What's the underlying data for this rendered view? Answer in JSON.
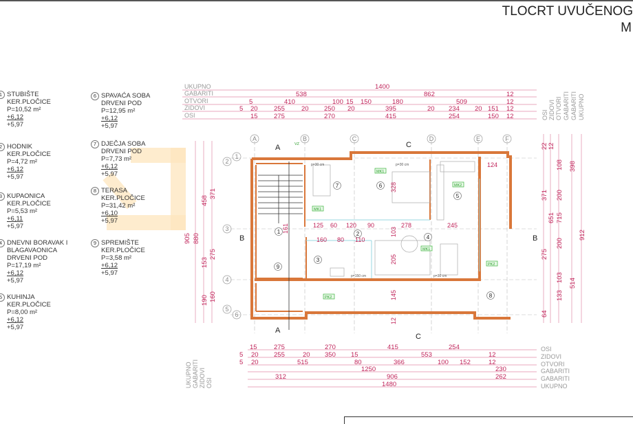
{
  "title": {
    "line1": "TLOCRT UVUČENOG",
    "line2": "M"
  },
  "rooms": [
    {
      "num": "1",
      "name": "STUBIŠTE",
      "floor": "KER.PLOČICE",
      "area": "P=10,52 m²",
      "top": "+6,12",
      "bottom": "+5,97"
    },
    {
      "num": "2",
      "name": "HODNIK",
      "floor": "KER.PLOČICE",
      "area": "P=4,72 m²",
      "top": "+6,12",
      "bottom": "+5,97"
    },
    {
      "num": "3",
      "name": "KUPAONICA",
      "floor": "KER.PLOČICE",
      "area": "P=5,53 m²",
      "top": "+6,11",
      "bottom": "+5,97"
    },
    {
      "num": "4",
      "name": "DNEVNI BORAVAK I",
      "name2": "BLAGAVAONICA",
      "floor": "DRVENI POD",
      "area": "P=17,19 m²",
      "top": "+6,12",
      "bottom": "+5,97"
    },
    {
      "num": "5",
      "name": "KUHINJA",
      "floor": "KER.PLOČICE",
      "area": "P=8,00 m²",
      "top": "+6,12",
      "bottom": "+5,97"
    },
    {
      "num": "6",
      "name": "SPAVAĆA SOBA",
      "floor": "DRVENI POD",
      "area": "P=12,95 m²",
      "top": "+6,12",
      "bottom": "+5,97"
    },
    {
      "num": "7",
      "name": "DJEČJA SOBA",
      "floor": "DRVENI POD",
      "area": "P=7,73 m²",
      "top": "+6,12",
      "bottom": "+5,97"
    },
    {
      "num": "8",
      "name": "TERASA",
      "floor": "KER.PLOČICE",
      "area": "P=31,42 m²",
      "top": "+6,10",
      "bottom": "+5,97"
    },
    {
      "num": "9",
      "name": "SPREMIŠTE",
      "floor": "KER.PLOČICE",
      "area": "P=3,58 m²",
      "top": "+6,12",
      "bottom": "+5,97"
    }
  ],
  "dim_labels": {
    "ukupno": "UKUPNO",
    "gabariti": "GABARITI",
    "otvori": "OTVORI",
    "zidovi": "ZIDOVI",
    "osi": "OSI"
  },
  "top_dims": {
    "ukupno": [
      "1400"
    ],
    "gabariti": [
      "538",
      "862",
      "12"
    ],
    "otvori": [
      "5",
      "410",
      "100",
      "15",
      "150",
      "180",
      "509",
      "12"
    ],
    "zidovi": [
      "5",
      "20",
      "255",
      "20",
      "250",
      "20",
      "395",
      "20",
      "234",
      "20",
      "151",
      "12"
    ],
    "osi": [
      "15",
      "275",
      "270",
      "415",
      "254",
      "150",
      "12"
    ]
  },
  "bottom_dims": {
    "osi": [
      "15",
      "275",
      "270",
      "415",
      "254"
    ],
    "zidovi": [
      "5",
      "20",
      "255",
      "20",
      "350",
      "15",
      "553",
      "12"
    ],
    "otvori": [
      "5",
      "20",
      "515",
      "80",
      "366",
      "100",
      "152",
      "12"
    ],
    "gabariti1": [
      "1250",
      "230"
    ],
    "gabariti2": [
      "312",
      "906",
      "262"
    ],
    "ukupno": [
      "1480"
    ]
  },
  "left_dims": [
    "905",
    "880",
    "458",
    "371",
    "153",
    "275",
    "190",
    "160"
  ],
  "right_dims": [
    "22",
    "12",
    "108",
    "371",
    "200",
    "651",
    "715",
    "398",
    "912",
    "200",
    "275",
    "514",
    "103",
    "133",
    "64"
  ],
  "axes": {
    "letters": [
      "A",
      "B",
      "C",
      "D",
      "E",
      "F"
    ],
    "numbers": [
      "1",
      "2",
      "3",
      "4",
      "5",
      "6"
    ]
  },
  "sections": {
    "a": "A",
    "b": "B",
    "c": "C"
  },
  "interior_dims": [
    "125",
    "60",
    "120",
    "90",
    "278",
    "245",
    "160",
    "80",
    "110",
    "161",
    "103",
    "328",
    "205",
    "145",
    "124",
    "12"
  ],
  "tags": {
    "mk1": "MK1",
    "mk2": "MK2",
    "pk2": "PK2",
    "vz": "VZ",
    "sill30": "p=30 cm",
    "sill150": "p=150 cm"
  }
}
